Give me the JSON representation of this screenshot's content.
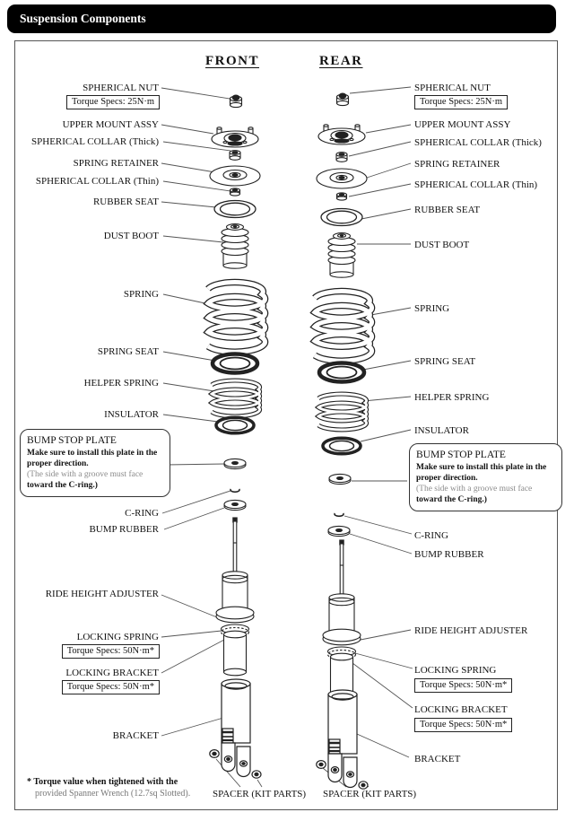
{
  "title": "Suspension Components",
  "headers": {
    "front": "FRONT",
    "rear": "REAR"
  },
  "parts": {
    "spherical_nut": "SPHERICAL NUT",
    "torque_25": "Torque Specs: 25N·m",
    "upper_mount_assy": "UPPER MOUNT ASSY",
    "spherical_collar_thick": "SPHERICAL COLLAR (Thick)",
    "spring_retainer": "SPRING RETAINER",
    "spherical_collar_thin": "SPHERICAL COLLAR (Thin)",
    "rubber_seat": "RUBBER SEAT",
    "dust_boot": "DUST BOOT",
    "spring": "SPRING",
    "spring_seat": "SPRING SEAT",
    "helper_spring": "HELPER SPRING",
    "insulator": "INSULATOR",
    "c_ring": "C-RING",
    "bump_rubber": "BUMP RUBBER",
    "ride_height_adjuster": "RIDE HEIGHT ADJUSTER",
    "locking_spring": "LOCKING SPRING",
    "torque_50": "Torque Specs: 50N·m*",
    "locking_bracket": "LOCKING BRACKET",
    "bracket": "BRACKET",
    "spacer": "SPACER (KIT PARTS)"
  },
  "bump_stop_note": {
    "title": "BUMP STOP PLATE",
    "line1": "Make sure to install this plate in the",
    "line2": "proper direction.",
    "line3": "(The side with a groove must face",
    "line4": "toward the C-ring.)"
  },
  "footnote": {
    "line1": "* Torque value when tightened with the",
    "line2": "provided Spanner Wrench (12.7sq Slotted)."
  },
  "drawings": [
    "spherical-nut",
    "upper-mount-assy",
    "spherical-collar",
    "spring-retainer",
    "rubber-seat",
    "dust-boot",
    "coil-spring",
    "spring-seat",
    "helper-spring",
    "insulator",
    "bump-stop-washer",
    "c-ring",
    "bump-rubber-washer",
    "shock-absorber",
    "bracket-with-spacers"
  ],
  "colors": {
    "title_bg": "#000000",
    "title_fg": "#ffffff",
    "line": "#333333",
    "muted_text": "#8a8a8a"
  }
}
